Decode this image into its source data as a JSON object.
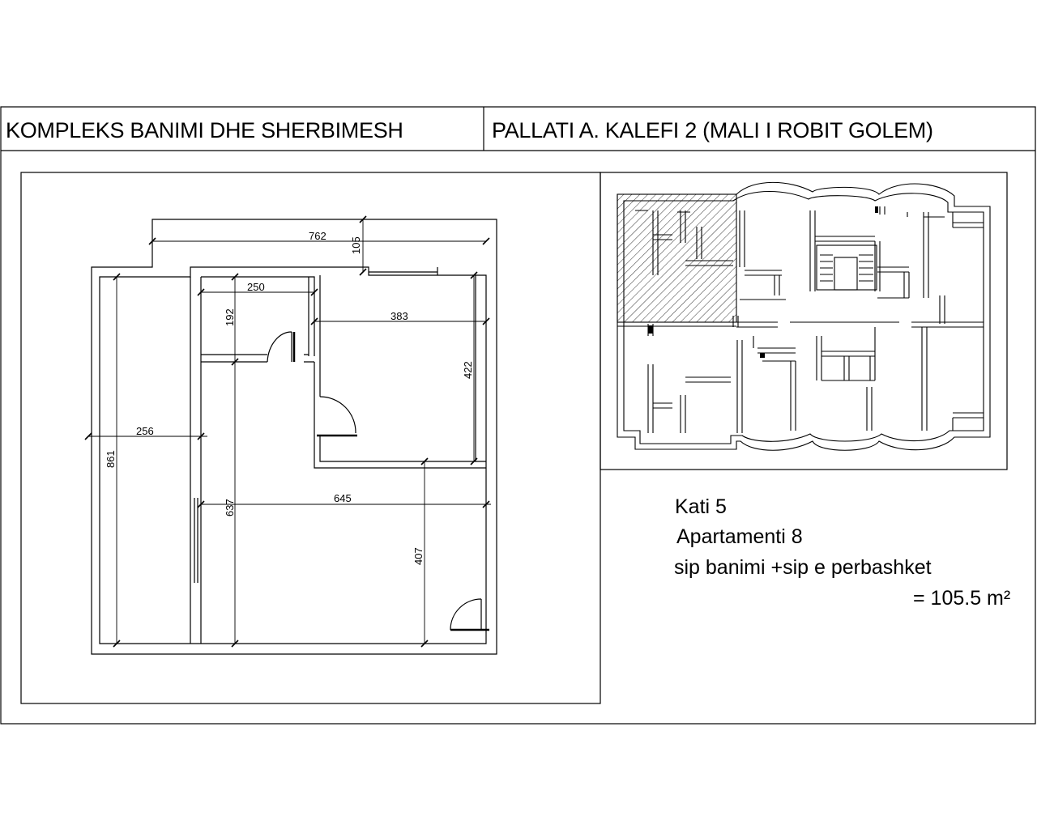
{
  "header": {
    "complex_title": "KOMPLEKS BANIMI DHE SHERBIMESH",
    "building_title": "PALLATI A. KALEFI 2  (MALI I ROBIT GOLEM)"
  },
  "apartment_info": {
    "floor_label": "Kati 5",
    "apartment_label": "Apartamenti 8",
    "area_label": "sip banimi +sip e perbashket",
    "area_value": "= 105.5 m²"
  },
  "dimensions": {
    "d762": "762",
    "d105": "105",
    "d250": "250",
    "d192": "192",
    "d383": "383",
    "d422": "422",
    "d256": "256",
    "d861": "861",
    "d637": "637",
    "d645": "645",
    "d407": "407"
  },
  "colors": {
    "line": "#000000",
    "background": "#ffffff"
  }
}
